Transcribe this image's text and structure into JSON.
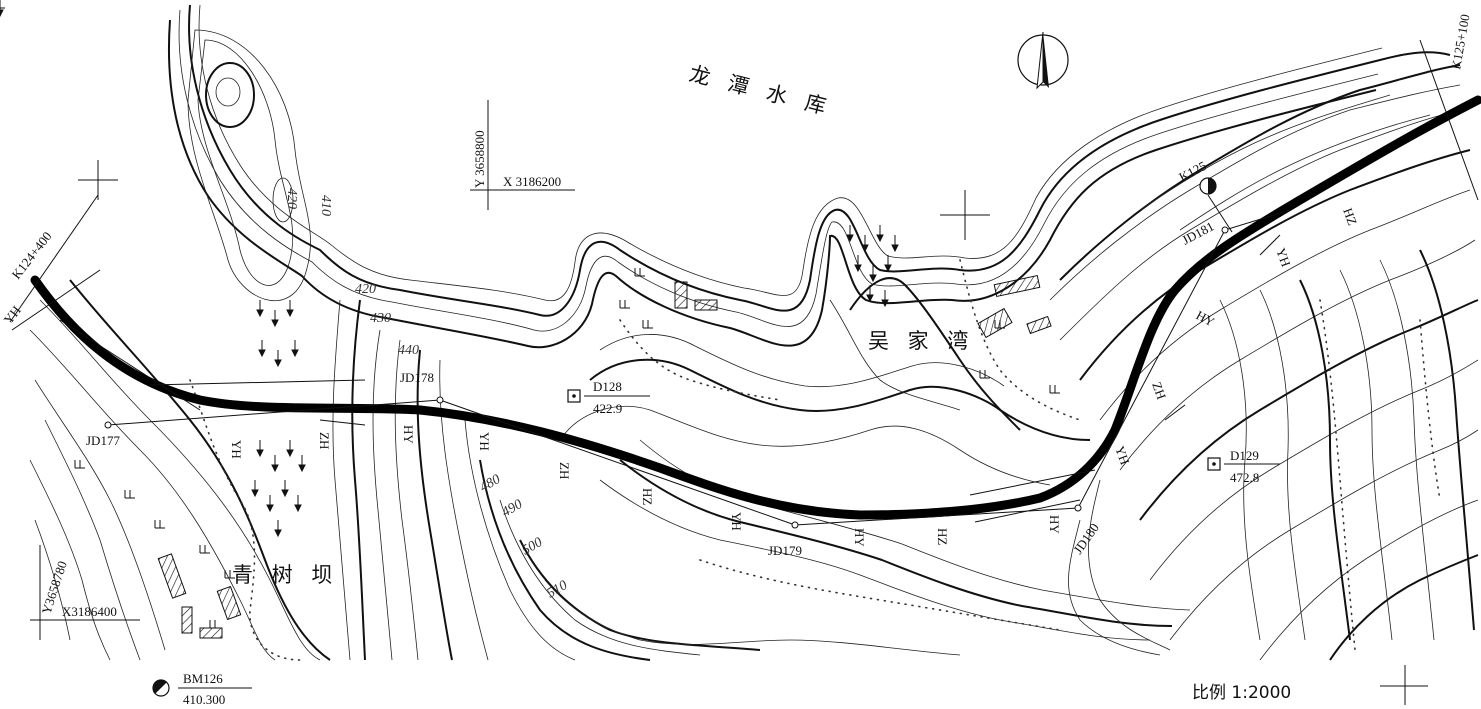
{
  "reservoir_label": "龙 潭 水 库",
  "places": {
    "wujiawan": "吴 家 湾",
    "qingshuba": "青 树 坝"
  },
  "stations": {
    "start": "K124+400",
    "end": "K125+100",
    "km": "K125"
  },
  "grid": {
    "north_y": "Y 3658800",
    "north_x": "X 3186200",
    "south_y": "Y3658780",
    "south_x": "X3186400"
  },
  "control_points": {
    "d128": {
      "name": "D128",
      "elev": "422.9"
    },
    "d129": {
      "name": "D129",
      "elev": "472.8"
    }
  },
  "benchmark": {
    "name": "BM126",
    "elev": "410.300"
  },
  "jd": {
    "jd177": "JD177",
    "jd178": "JD178",
    "jd179": "JD179",
    "jd180": "JD180",
    "jd181": "JD181"
  },
  "curve": {
    "yh": "YH",
    "hy": "HY",
    "zh": "ZH",
    "hz": "HZ"
  },
  "contours": {
    "c410": "410",
    "c420a": "420",
    "c420b": "420",
    "c430": "430",
    "c440": "440",
    "c480": "480",
    "c490": "490",
    "c500": "500",
    "c510": "510"
  },
  "scale": "比例 1:2000",
  "colors": {
    "ink": "#111111",
    "paper": "#ffffff"
  }
}
